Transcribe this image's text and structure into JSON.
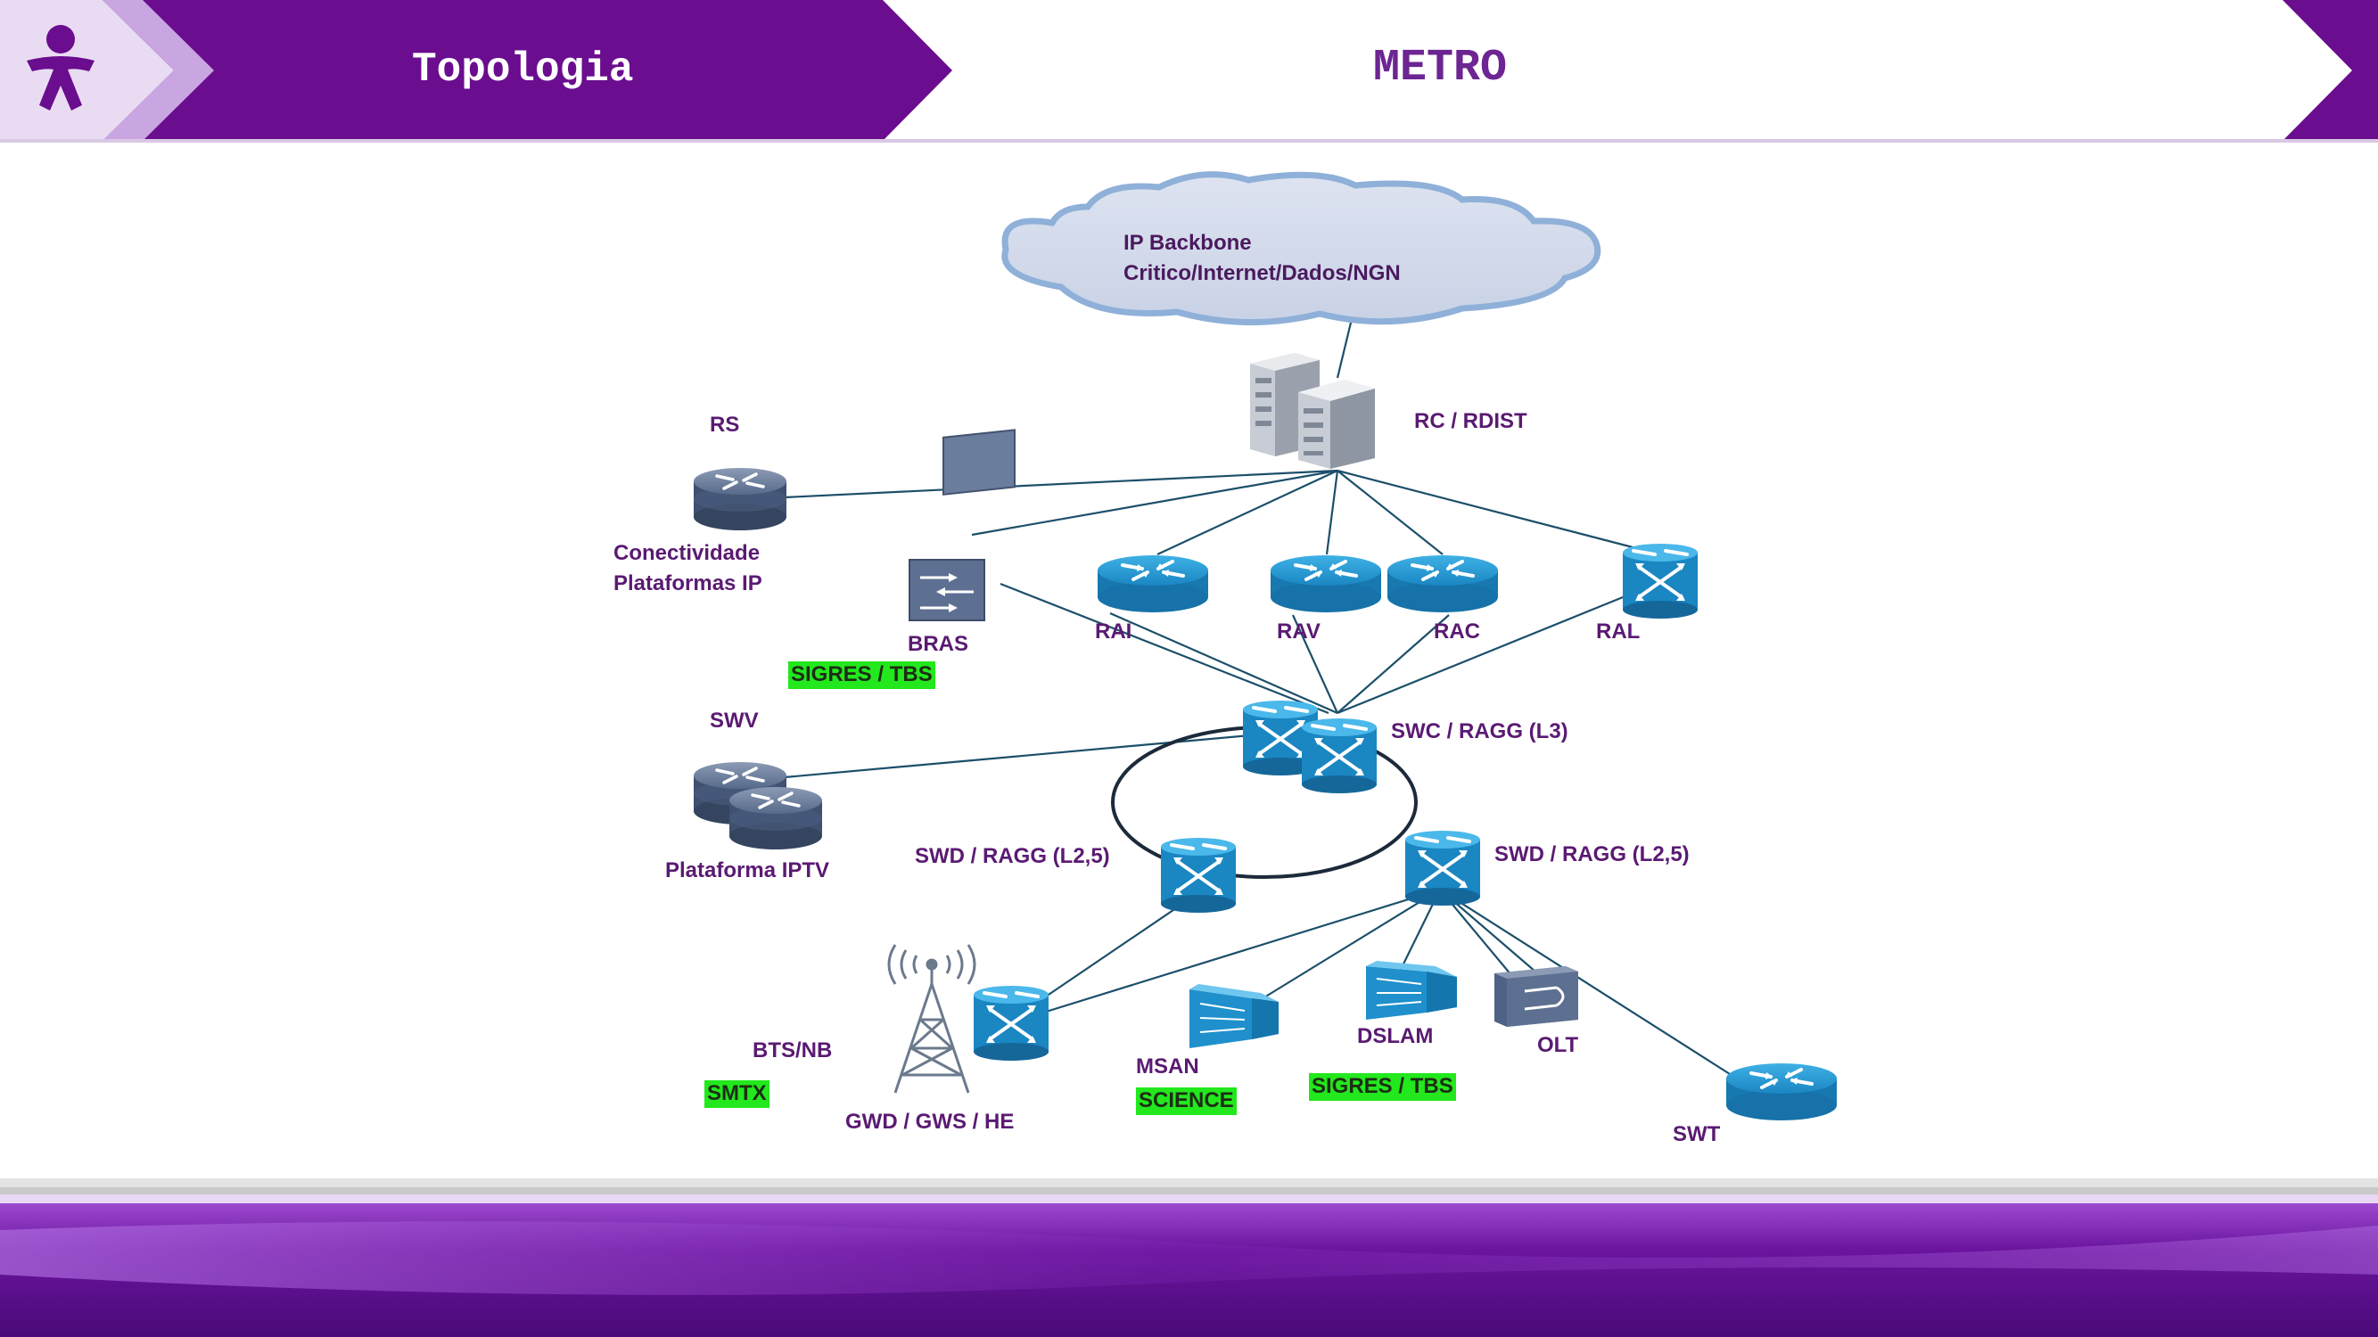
{
  "header": {
    "section_title": "Topologia",
    "slide_title": "METRO",
    "brand_color": "#6a0d8f",
    "accent_light": "#c9a6e2"
  },
  "cloud": {
    "line1": "IP Backbone",
    "line2": "Critico/Internet/Dados/NGN"
  },
  "nodes": {
    "rc_rdist": "RC / RDIST",
    "rs": "RS",
    "rs_desc_line1": "Conectividade",
    "rs_desc_line2": "Plataformas IP",
    "bras": "BRAS",
    "rai": "RAI",
    "rav": "RAV",
    "rac": "RAC",
    "ral": "RAL",
    "swv": "SWV",
    "swc": "SWC / RAGG (L3)",
    "iptv": "Plataforma IPTV",
    "swd_left": "SWD / RAGG (L2,5)",
    "swd_right": "SWD / RAGG (L2,5)",
    "bts": "BTS/NB",
    "gwd": "GWD / GWS / HE",
    "msan": "MSAN",
    "dslam": "DSLAM",
    "olt": "OLT",
    "swt": "SWT"
  },
  "tags": {
    "sigres_tbs_1": "SIGRES / TBS",
    "smtx": "SMTX",
    "science": "SCIENCE",
    "sigres_tbs_2": "SIGRES / TBS"
  },
  "icons": [
    "person-logo-icon",
    "server-icon",
    "router-icon",
    "switch-icon",
    "bras-icon",
    "antenna-tower-icon",
    "msan-icon",
    "dslam-icon",
    "olt-icon"
  ],
  "colors": {
    "device_blue": "#1e8fc9",
    "device_grey": "#5a6f8e",
    "link_line": "#1c4f6a",
    "highlight_green": "#22e81d",
    "label_purple": "#5a1a72"
  }
}
